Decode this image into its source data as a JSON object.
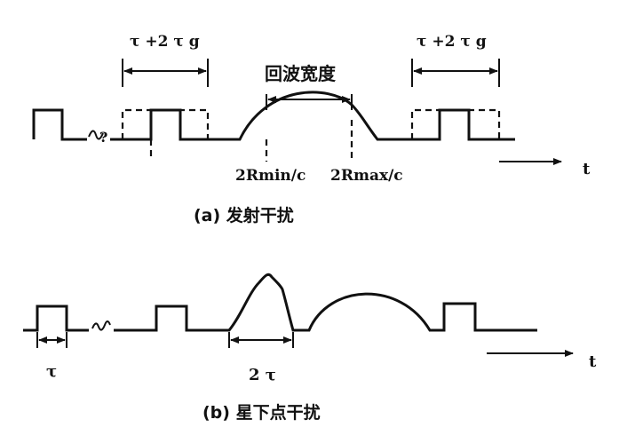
{
  "panel_a": {
    "gate_label_left": "τ +2 τ g",
    "gate_label_right": "τ +2 τ g",
    "echo_width_label": "回波宽度",
    "rmin_label": "2Rmin/c",
    "rmax_label": "2Rmax/c",
    "time_axis_label": "t",
    "caption": "(a)  发射干扰"
  },
  "panel_b": {
    "pulse_width_label": "τ",
    "nadir_width_label": "2 τ",
    "time_axis_label": "t",
    "caption": "(b)  星下点干扰"
  }
}
